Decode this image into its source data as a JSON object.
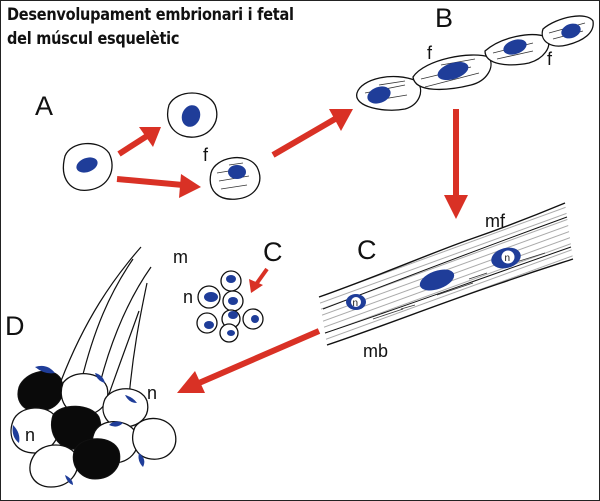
{
  "title": {
    "line1": "Desenvolupament embrionari i fetal",
    "line2": "del múscul esquelètic"
  },
  "stage_labels": {
    "a": "A",
    "b": "B",
    "c_small": "C",
    "c_fiber": "C",
    "d": "D"
  },
  "part_labels": {
    "f_stage_a": "f",
    "f_chain_1": "f",
    "f_chain_2": "f",
    "mf": "mf",
    "mb": "mb",
    "m": "m",
    "n_cluster": "n",
    "n_fiber": "n",
    "n_fiber_2": "n",
    "n_bundle_1": "n",
    "n_bundle_2": "n"
  },
  "colors": {
    "arrow": "#d93125",
    "nucleus": "#1f3d99",
    "outline": "#111111"
  }
}
